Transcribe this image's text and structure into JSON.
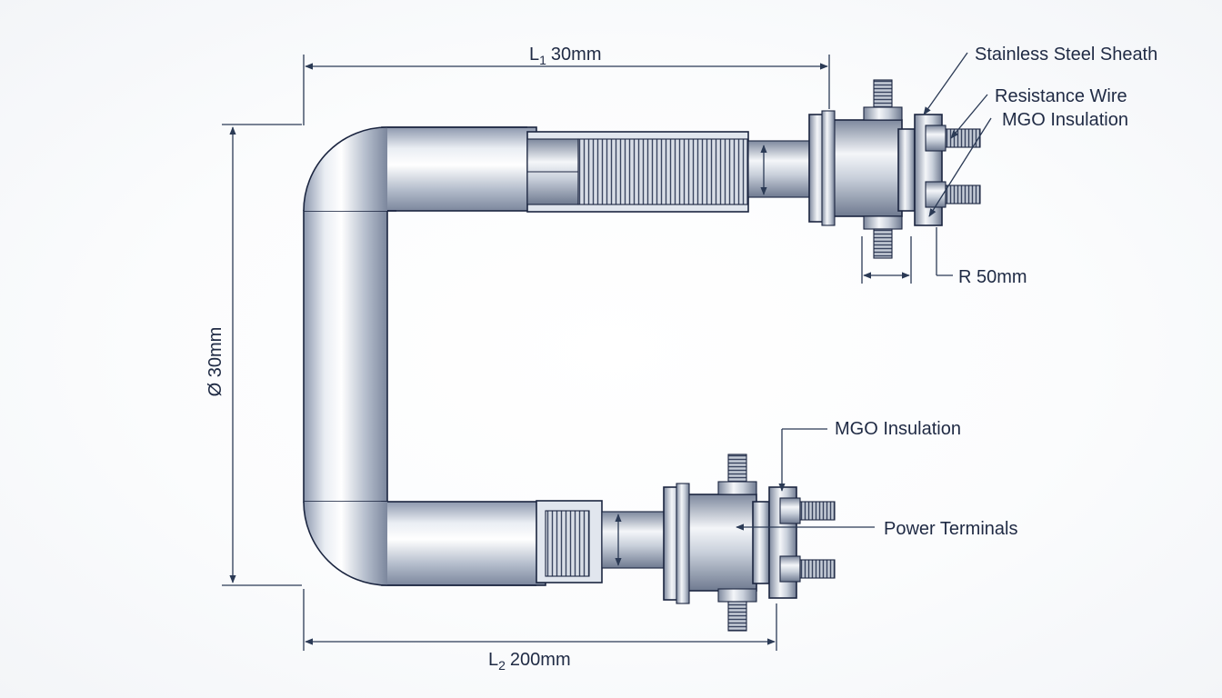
{
  "diagram": {
    "dimensions": {
      "top_length": {
        "symbol": "L",
        "subscript": "1",
        "value": "30mm"
      },
      "bottom_length": {
        "symbol": "L",
        "subscript": "2",
        "value": "200mm"
      },
      "diameter": {
        "text": "Ø 30mm"
      },
      "radius": {
        "text": "R 50mm"
      }
    },
    "labels": {
      "stainless_steel_sheath": "Stainless Steel Sheath",
      "resistance_wire": "Resistance Wire",
      "mgo_insulation_top": "MGO Insulation",
      "mgo_insulation_bottom": "MGO Insulation",
      "power_terminals": "Power Terminals"
    }
  }
}
